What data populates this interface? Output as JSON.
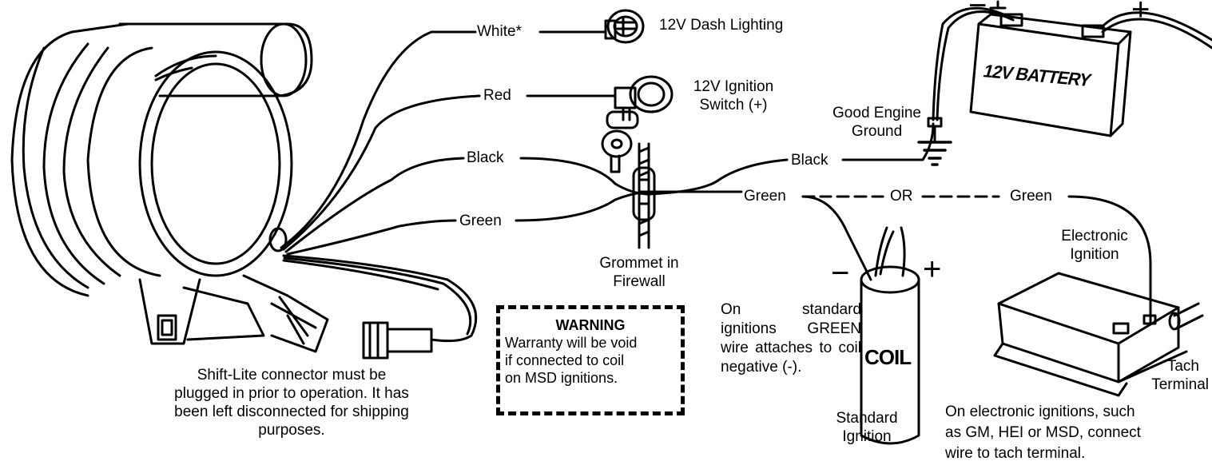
{
  "wires": {
    "white": "White*",
    "red": "Red",
    "black_left": "Black",
    "green_left": "Green",
    "black_right": "Black",
    "green_mid": "Green",
    "or": "OR",
    "green_right": "Green"
  },
  "components": {
    "dash_lighting": "12V Dash Lighting",
    "ignition_switch_line1": "12V Ignition",
    "ignition_switch_line2": "Switch (+)",
    "ground_line1": "Good Engine",
    "ground_line2": "Ground",
    "battery": "12V BATTERY",
    "grommet_line1": "Grommet in",
    "grommet_line2": "Firewall",
    "electronic_ignition_line1": "Electronic",
    "electronic_ignition_line2": "Ignition",
    "tach_terminal_line1": "Tach",
    "tach_terminal_line2": "Terminal",
    "coil": "COIL",
    "standard_ignition_line1": "Standard",
    "standard_ignition_line2": "Ignition"
  },
  "notes": {
    "shift_lite": [
      "Shift-Lite connector must be",
      "plugged in prior to operation. It has",
      "been left disconnected for shipping",
      "purposes."
    ],
    "standard_ignitions": "On standard ignitions GREEN wire attaches to coil negative (-).",
    "electronic_ignitions": [
      "On electronic ignitions, such",
      "as GM, HEI or MSD, connect",
      "wire to tach terminal."
    ]
  },
  "warning": {
    "title": "WARNING",
    "body": [
      "Warranty will be void",
      "if connected to coil",
      "on MSD ignitions."
    ]
  },
  "polarity": {
    "minus": "−",
    "plus": "+"
  }
}
